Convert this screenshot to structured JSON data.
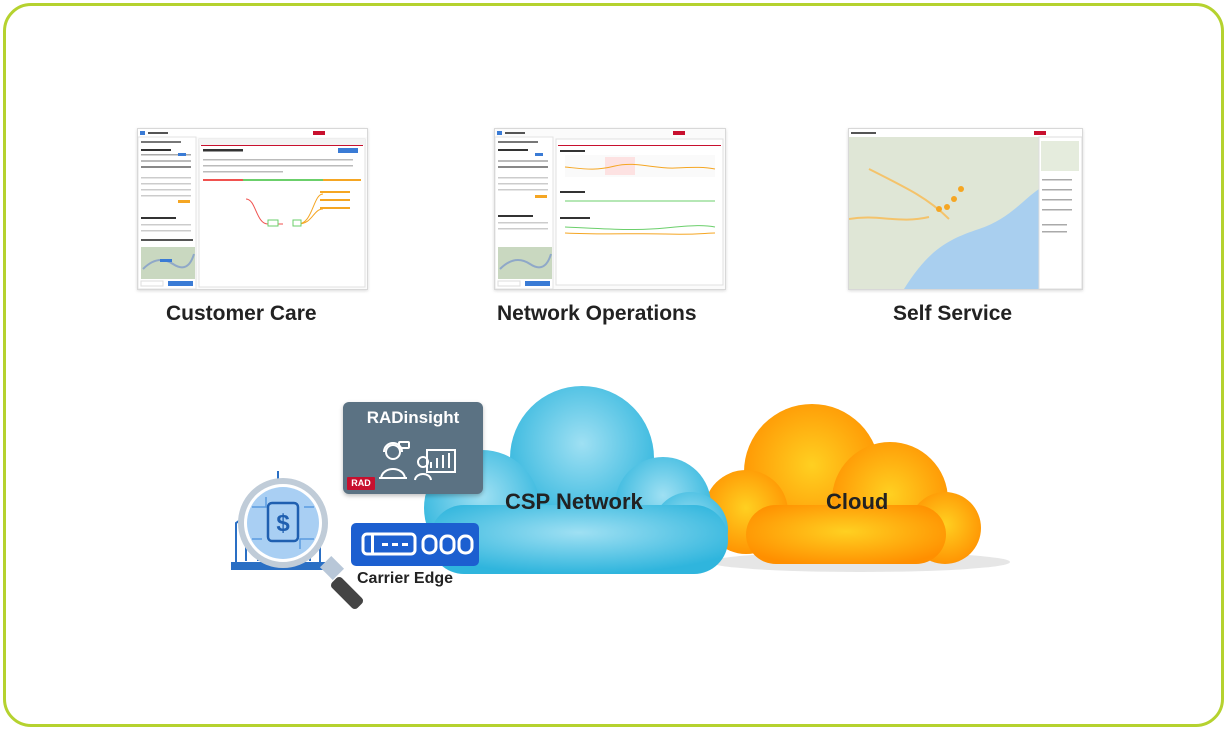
{
  "panels": [
    {
      "caption": "Customer Care"
    },
    {
      "caption": "Network Operations"
    },
    {
      "caption": "Self Service"
    }
  ],
  "diagram": {
    "product_name": "RADinsight",
    "logo_text": "RAD",
    "csp_label": "CSP Network",
    "cloud_label": "Cloud",
    "edge_label": "Carrier Edge"
  },
  "colors": {
    "frame": "#b5d22f",
    "csp_cloud": "#41bfe0",
    "cloud": "#ff9a00",
    "product_box": "#5b7283",
    "edge_device": "#1c5fd0",
    "accent_red": "#c8102e"
  }
}
